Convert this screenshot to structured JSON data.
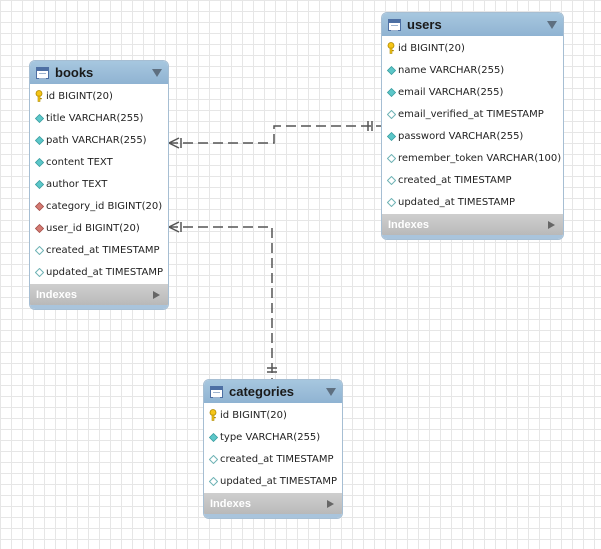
{
  "icons": {
    "table": "table-icon",
    "collapse": "chevron-down-icon",
    "expand": "triangle-right-icon",
    "column_kinds": {
      "pk": "key-icon",
      "notnull": "filled-diamond-icon",
      "nullable": "hollow-diamond-icon",
      "fk": "foreign-key-diamond-icon"
    }
  },
  "colors": {
    "header_blue": "#9ec0dc",
    "indexes_gray": "#c3c3c3",
    "key": "#f5c518",
    "notnull_diamond": "#5cc7c9",
    "fk_diamond": "#d47a73",
    "connector": "#555555"
  },
  "tables": {
    "books": {
      "title": "books",
      "indexes_label": "Indexes",
      "columns": [
        {
          "text": "id BIGINT(20)",
          "kind": "pk"
        },
        {
          "text": "title VARCHAR(255)",
          "kind": "notnull"
        },
        {
          "text": "path VARCHAR(255)",
          "kind": "notnull"
        },
        {
          "text": "content TEXT",
          "kind": "notnull"
        },
        {
          "text": "author TEXT",
          "kind": "notnull"
        },
        {
          "text": "category_id BIGINT(20)",
          "kind": "fk"
        },
        {
          "text": "user_id BIGINT(20)",
          "kind": "fk"
        },
        {
          "text": "created_at TIMESTAMP",
          "kind": "nullable"
        },
        {
          "text": "updated_at TIMESTAMP",
          "kind": "nullable"
        }
      ]
    },
    "users": {
      "title": "users",
      "indexes_label": "Indexes",
      "columns": [
        {
          "text": "id BIGINT(20)",
          "kind": "pk"
        },
        {
          "text": "name VARCHAR(255)",
          "kind": "notnull"
        },
        {
          "text": "email VARCHAR(255)",
          "kind": "notnull"
        },
        {
          "text": "email_verified_at TIMESTAMP",
          "kind": "nullable"
        },
        {
          "text": "password VARCHAR(255)",
          "kind": "notnull"
        },
        {
          "text": "remember_token VARCHAR(100)",
          "kind": "nullable"
        },
        {
          "text": "created_at TIMESTAMP",
          "kind": "nullable"
        },
        {
          "text": "updated_at TIMESTAMP",
          "kind": "nullable"
        }
      ]
    },
    "categories": {
      "title": "categories",
      "indexes_label": "Indexes",
      "columns": [
        {
          "text": "id BIGINT(20)",
          "kind": "pk"
        },
        {
          "text": "type VARCHAR(255)",
          "kind": "notnull"
        },
        {
          "text": "created_at TIMESTAMP",
          "kind": "nullable"
        },
        {
          "text": "updated_at TIMESTAMP",
          "kind": "nullable"
        }
      ]
    }
  },
  "relationships": [
    {
      "from": "books.user_id",
      "to": "users.id",
      "from_cardinality": "many",
      "to_cardinality": "one"
    },
    {
      "from": "books.category_id",
      "to": "categories.id",
      "from_cardinality": "many",
      "to_cardinality": "one"
    }
  ]
}
